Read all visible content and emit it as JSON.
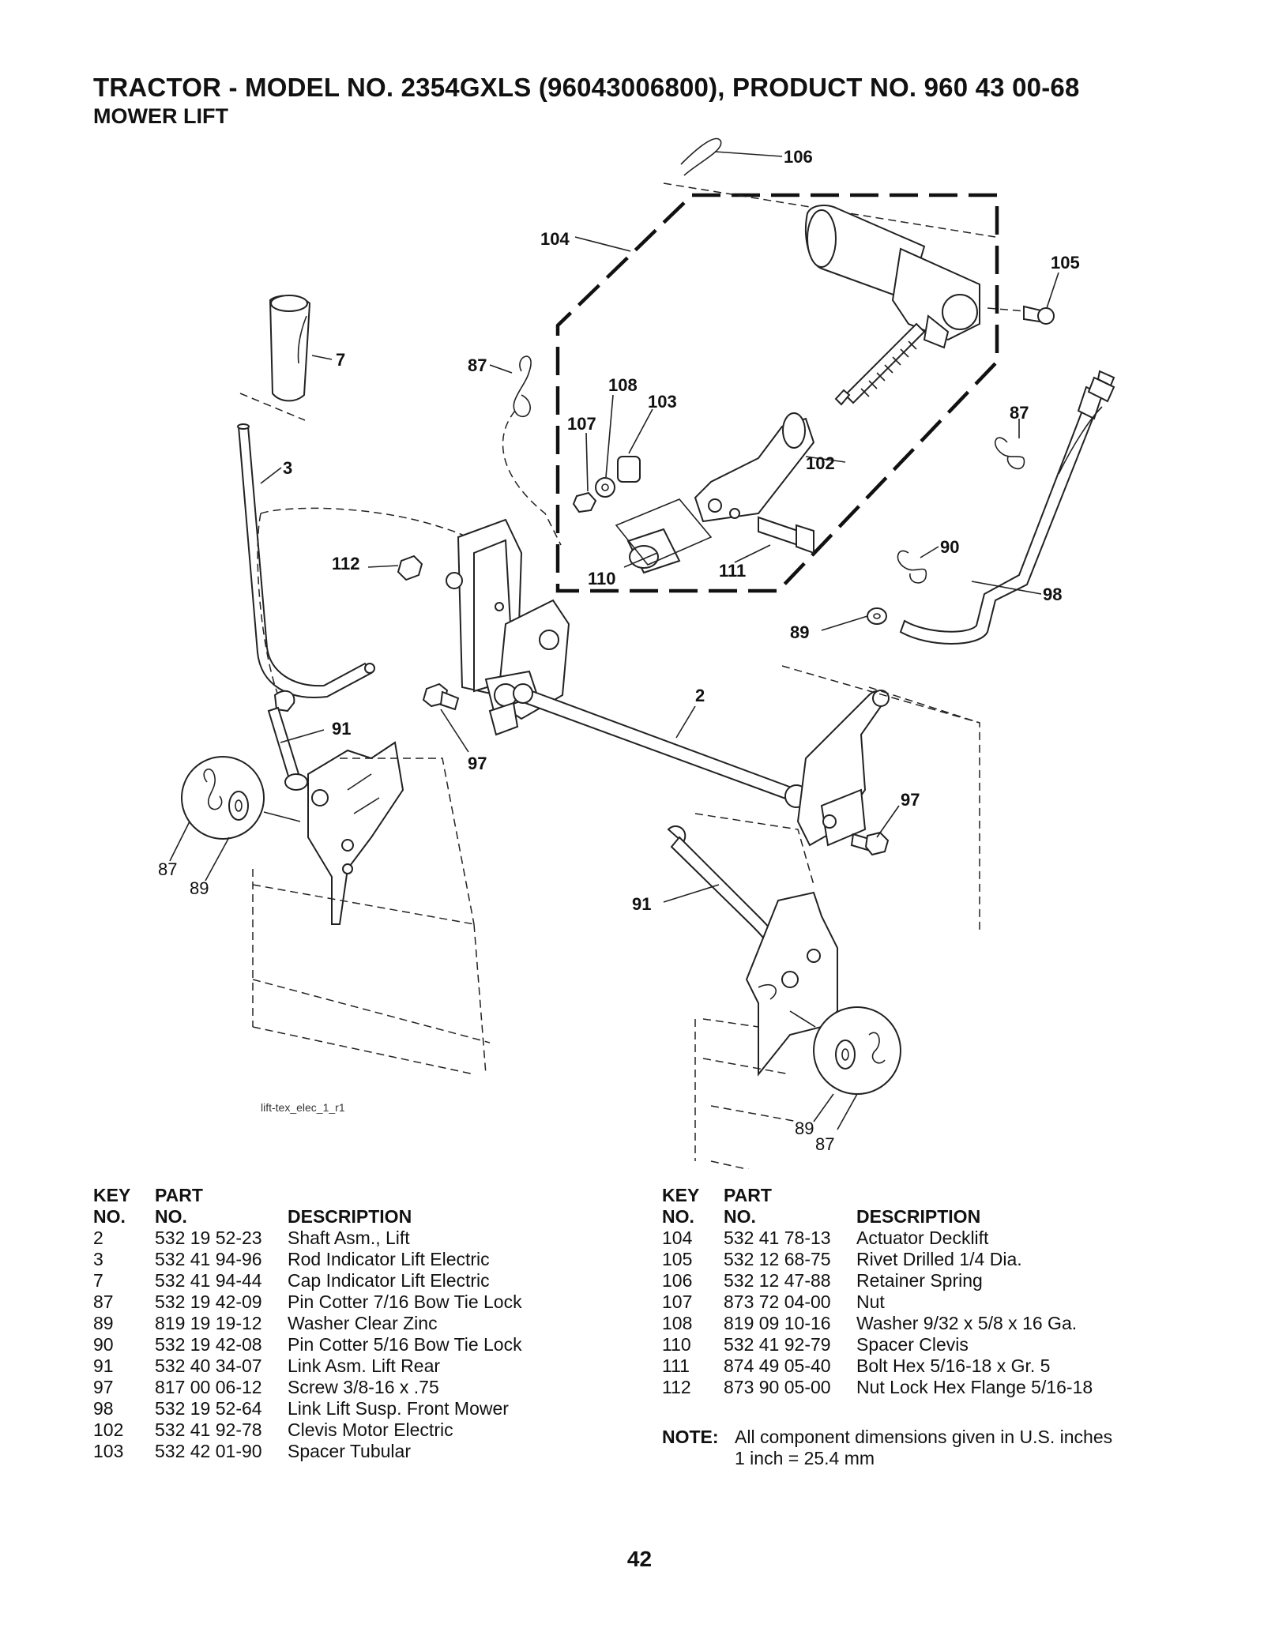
{
  "header": {
    "title": "TRACTOR - MODEL NO. 2354GXLS (96043006800), PRODUCT NO. 960 43 00-68",
    "subtitle": "MOWER LIFT"
  },
  "diagram": {
    "file_name": "lift-tex_elec_1_r1",
    "callouts": {
      "c106": "106",
      "c104": "104",
      "c105": "105",
      "c7": "7",
      "c87a": "87",
      "c108": "108",
      "c103": "103",
      "c107": "107",
      "c102": "102",
      "c87b": "87",
      "c3": "3",
      "c90": "90",
      "c112": "112",
      "c110": "110",
      "c111": "111",
      "c98": "98",
      "c89a": "89",
      "c2": "2",
      "c91a": "91",
      "c97a": "97",
      "c97b": "97",
      "c87c": "87",
      "c89b": "89",
      "c91b": "91",
      "c89c": "89",
      "c87d": "87"
    }
  },
  "table_headers": {
    "key": "KEY",
    "no": "NO.",
    "part": "PART",
    "part_no": "NO.",
    "description": "DESCRIPTION"
  },
  "parts_left": [
    {
      "key": "2",
      "part": "532 19 52-23",
      "desc": "Shaft Asm., Lift"
    },
    {
      "key": "3",
      "part": "532 41 94-96",
      "desc": "Rod Indicator Lift Electric"
    },
    {
      "key": "7",
      "part": "532 41 94-44",
      "desc": "Cap Indicator Lift Electric"
    },
    {
      "key": "87",
      "part": "532 19 42-09",
      "desc": "Pin Cotter 7/16 Bow Tie Lock"
    },
    {
      "key": "89",
      "part": "819 19 19-12",
      "desc": "Washer Clear Zinc"
    },
    {
      "key": "90",
      "part": "532 19 42-08",
      "desc": "Pin Cotter 5/16 Bow Tie Lock"
    },
    {
      "key": "91",
      "part": "532 40 34-07",
      "desc": "Link Asm. Lift Rear"
    },
    {
      "key": "97",
      "part": "817 00 06-12",
      "desc": "Screw 3/8-16 x .75"
    },
    {
      "key": "98",
      "part": "532 19 52-64",
      "desc": "Link Lift Susp. Front Mower"
    },
    {
      "key": "102",
      "part": "532 41 92-78",
      "desc": "Clevis Motor Electric"
    },
    {
      "key": "103",
      "part": "532 42 01-90",
      "desc": "Spacer Tubular"
    }
  ],
  "parts_right": [
    {
      "key": "104",
      "part": "532 41 78-13",
      "desc": "Actuator Decklift"
    },
    {
      "key": "105",
      "part": "532 12 68-75",
      "desc": "Rivet Drilled 1/4 Dia."
    },
    {
      "key": "106",
      "part": "532 12 47-88",
      "desc": "Retainer Spring"
    },
    {
      "key": "107",
      "part": "873 72 04-00",
      "desc": "Nut"
    },
    {
      "key": "108",
      "part": "819 09 10-16",
      "desc": "Washer 9/32 x 5/8 x 16 Ga."
    },
    {
      "key": "110",
      "part": "532 41 92-79",
      "desc": "Spacer Clevis"
    },
    {
      "key": "111",
      "part": "874 49 05-40",
      "desc": "Bolt Hex 5/16-18 x Gr. 5"
    },
    {
      "key": "112",
      "part": "873 90 05-00",
      "desc": "Nut Lock Hex Flange 5/16-18"
    }
  ],
  "note": {
    "label": "NOTE:",
    "line1": "All component dimensions given in U.S. inches",
    "line2": "1 inch = 25.4 mm"
  },
  "page_number": "42"
}
